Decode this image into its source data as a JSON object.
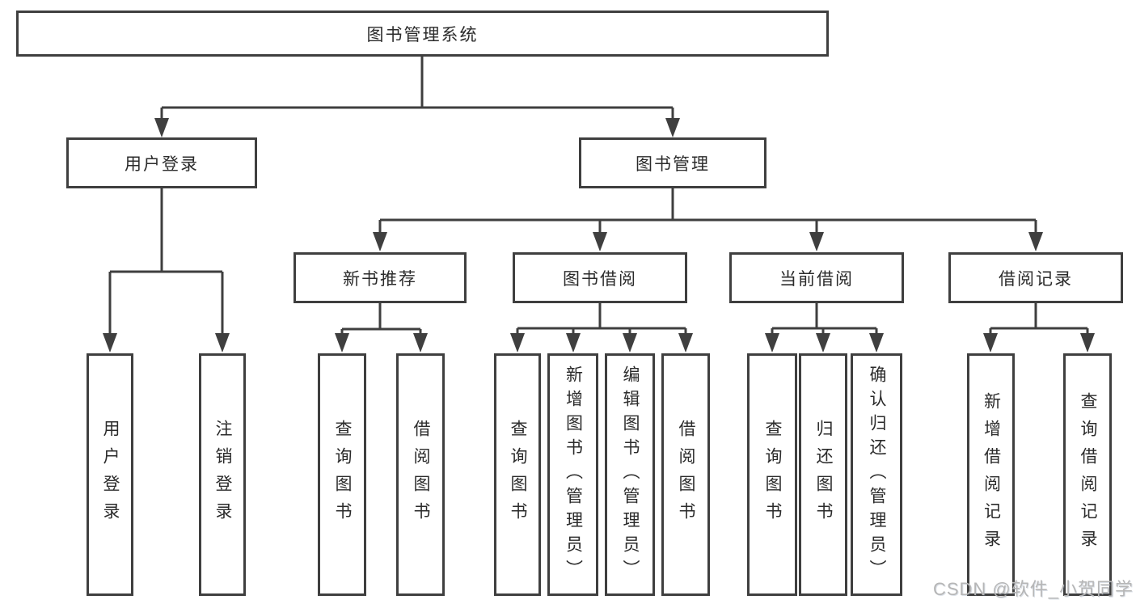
{
  "colors": {
    "line": "#3f3f3f",
    "text": "#2b2b2b",
    "watermark": "#b6b6b6",
    "background": "#ffffff"
  },
  "watermark": "CSDN @软件_小贺同学",
  "nodes": {
    "root": "图书管理系统",
    "user_login": "用户登录",
    "book_mgmt": "图书管理",
    "new_book_rec": "新书推荐",
    "book_borrow": "图书借阅",
    "current_borrow": "当前借阅",
    "borrow_records": "借阅记录",
    "leaf_user_login": "用户登录",
    "leaf_logout": "注销登录",
    "leaf_query_book_rec": "查询图书",
    "leaf_borrow_book_rec": "借阅图书",
    "leaf_query_book_borrow": "查询图书",
    "leaf_add_book": "新增图书（管理员）",
    "leaf_edit_book": "编辑图书（管理员）",
    "leaf_borrow_book_borrow": "借阅图书",
    "leaf_query_book_current": "查询图书",
    "leaf_return_book": "归还图书",
    "leaf_confirm_return": "确认归还（管理员）",
    "leaf_add_record": "新增借阅记录",
    "leaf_query_record": "查询借阅记录"
  },
  "tree": {
    "图书管理系统": [
      "用户登录",
      "图书管理"
    ],
    "用户登录": [
      "用户登录",
      "注销登录"
    ],
    "图书管理": [
      "新书推荐",
      "图书借阅",
      "当前借阅",
      "借阅记录"
    ],
    "新书推荐": [
      "查询图书",
      "借阅图书"
    ],
    "图书借阅": [
      "查询图书",
      "新增图书（管理员）",
      "编辑图书（管理员）",
      "借阅图书"
    ],
    "当前借阅": [
      "查询图书",
      "归还图书",
      "确认归还（管理员）"
    ],
    "借阅记录": [
      "新增借阅记录",
      "查询借阅记录"
    ]
  }
}
